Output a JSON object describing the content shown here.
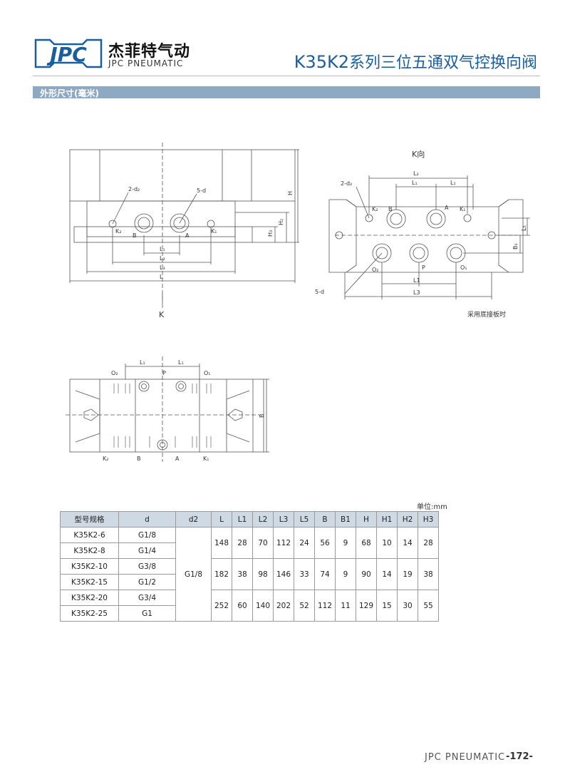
{
  "header": {
    "logo_text": "JPC",
    "brand_cn": "杰菲特气动",
    "brand_en": "JPC PNEUMATIC",
    "title_model": "K35K2",
    "title_rest": "系列三位五通双气控换向阀",
    "accent_color": "#1b5e9e"
  },
  "section": {
    "label": "外形尺寸(毫米)"
  },
  "drawing": {
    "front": {
      "labels": {
        "d2": "2-d₂",
        "d5": "5-d",
        "K2": "K₂",
        "K1": "K₁",
        "B": "B",
        "A": "A",
        "L1": "L₁",
        "L2": "L₂",
        "L3": "L₃",
        "L": "L",
        "H": "H",
        "H2": "H₂",
        "H3": "H₃",
        "K": "K"
      }
    },
    "k_view": {
      "title": "K向",
      "note": "采用底接板时",
      "labels": {
        "d2": "2-d₂",
        "d5": "5-d",
        "K2": "K₂",
        "K1": "K₁",
        "B": "B",
        "A": "A",
        "O2": "O₂",
        "P": "P",
        "O1": "O₁",
        "L2": "L₂",
        "L1a": "L₁",
        "L1b": "L₁",
        "L1c": "L1",
        "L3": "L3",
        "L5": "L₅",
        "B1": "B₁"
      }
    },
    "top": {
      "labels": {
        "L1a": "L₁",
        "L1b": "L₁",
        "O2": "O₂",
        "P": "P",
        "O1": "O₁",
        "K2": "K₂",
        "Bp": "B",
        "Ap": "A",
        "K1": "K₁",
        "Bdim": "B"
      }
    }
  },
  "table": {
    "unit": "单位:mm",
    "headers": [
      "型号规格",
      "d",
      "d2",
      "L",
      "L1",
      "L2",
      "L3",
      "L5",
      "B",
      "B1",
      "H",
      "H1",
      "H2",
      "H3"
    ],
    "d2_shared": "G1/8",
    "models": [
      {
        "model": "K35K2-6",
        "d": "G1/8"
      },
      {
        "model": "K35K2-8",
        "d": "G1/4"
      },
      {
        "model": "K35K2-10",
        "d": "G3/8"
      },
      {
        "model": "K35K2-15",
        "d": "G1/2"
      },
      {
        "model": "K35K2-20",
        "d": "G3/4"
      },
      {
        "model": "K35K2-25",
        "d": "G1"
      }
    ],
    "groups": [
      [
        "148",
        "28",
        "70",
        "112",
        "24",
        "56",
        "9",
        "68",
        "10",
        "14",
        "28"
      ],
      [
        "182",
        "38",
        "98",
        "146",
        "33",
        "74",
        "9",
        "90",
        "14",
        "19",
        "38"
      ],
      [
        "252",
        "60",
        "140",
        "202",
        "52",
        "112",
        "11",
        "129",
        "15",
        "30",
        "55"
      ]
    ]
  },
  "footer": {
    "brand": "JPC PNEUMATIC",
    "page": "-172-"
  }
}
